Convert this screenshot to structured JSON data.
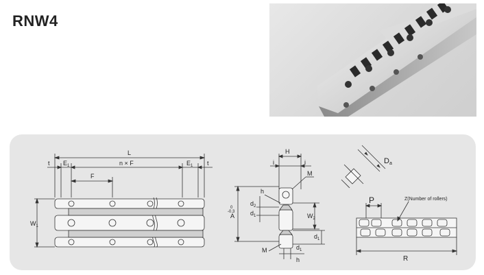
{
  "page": {
    "title": "RNW4"
  },
  "drawing": {
    "side_view": {
      "L": "L",
      "t_left": "t",
      "E1_left": "E",
      "E1_left_sub": "1",
      "nxF": "n × F",
      "E1_right": "E",
      "E1_right_sub": "1",
      "t_right": "t",
      "F": "F",
      "W1": "W",
      "W1_sub": "1"
    },
    "section_view": {
      "H": "H",
      "i_left": "i",
      "i_right": "i",
      "M_top": "M",
      "h_top": "h",
      "A": "A",
      "A_tol_top": "0",
      "A_tol_bottom": "-0.3",
      "d2": "d",
      "d2_sub": "2",
      "d1": "d",
      "d1_sub": "1",
      "W2": "W",
      "W2_sub": "2",
      "d1_right": "d",
      "d1_right_sub": "1",
      "M_bottom": "M",
      "d1_bottom": "d",
      "d1_bottom_sub": "1",
      "h_bottom": "h"
    },
    "roller_view": {
      "Da": "D",
      "Da_sub": "a"
    },
    "cage_view": {
      "P": "P",
      "Z": "Z(Number of rollers)",
      "R": "R"
    }
  }
}
